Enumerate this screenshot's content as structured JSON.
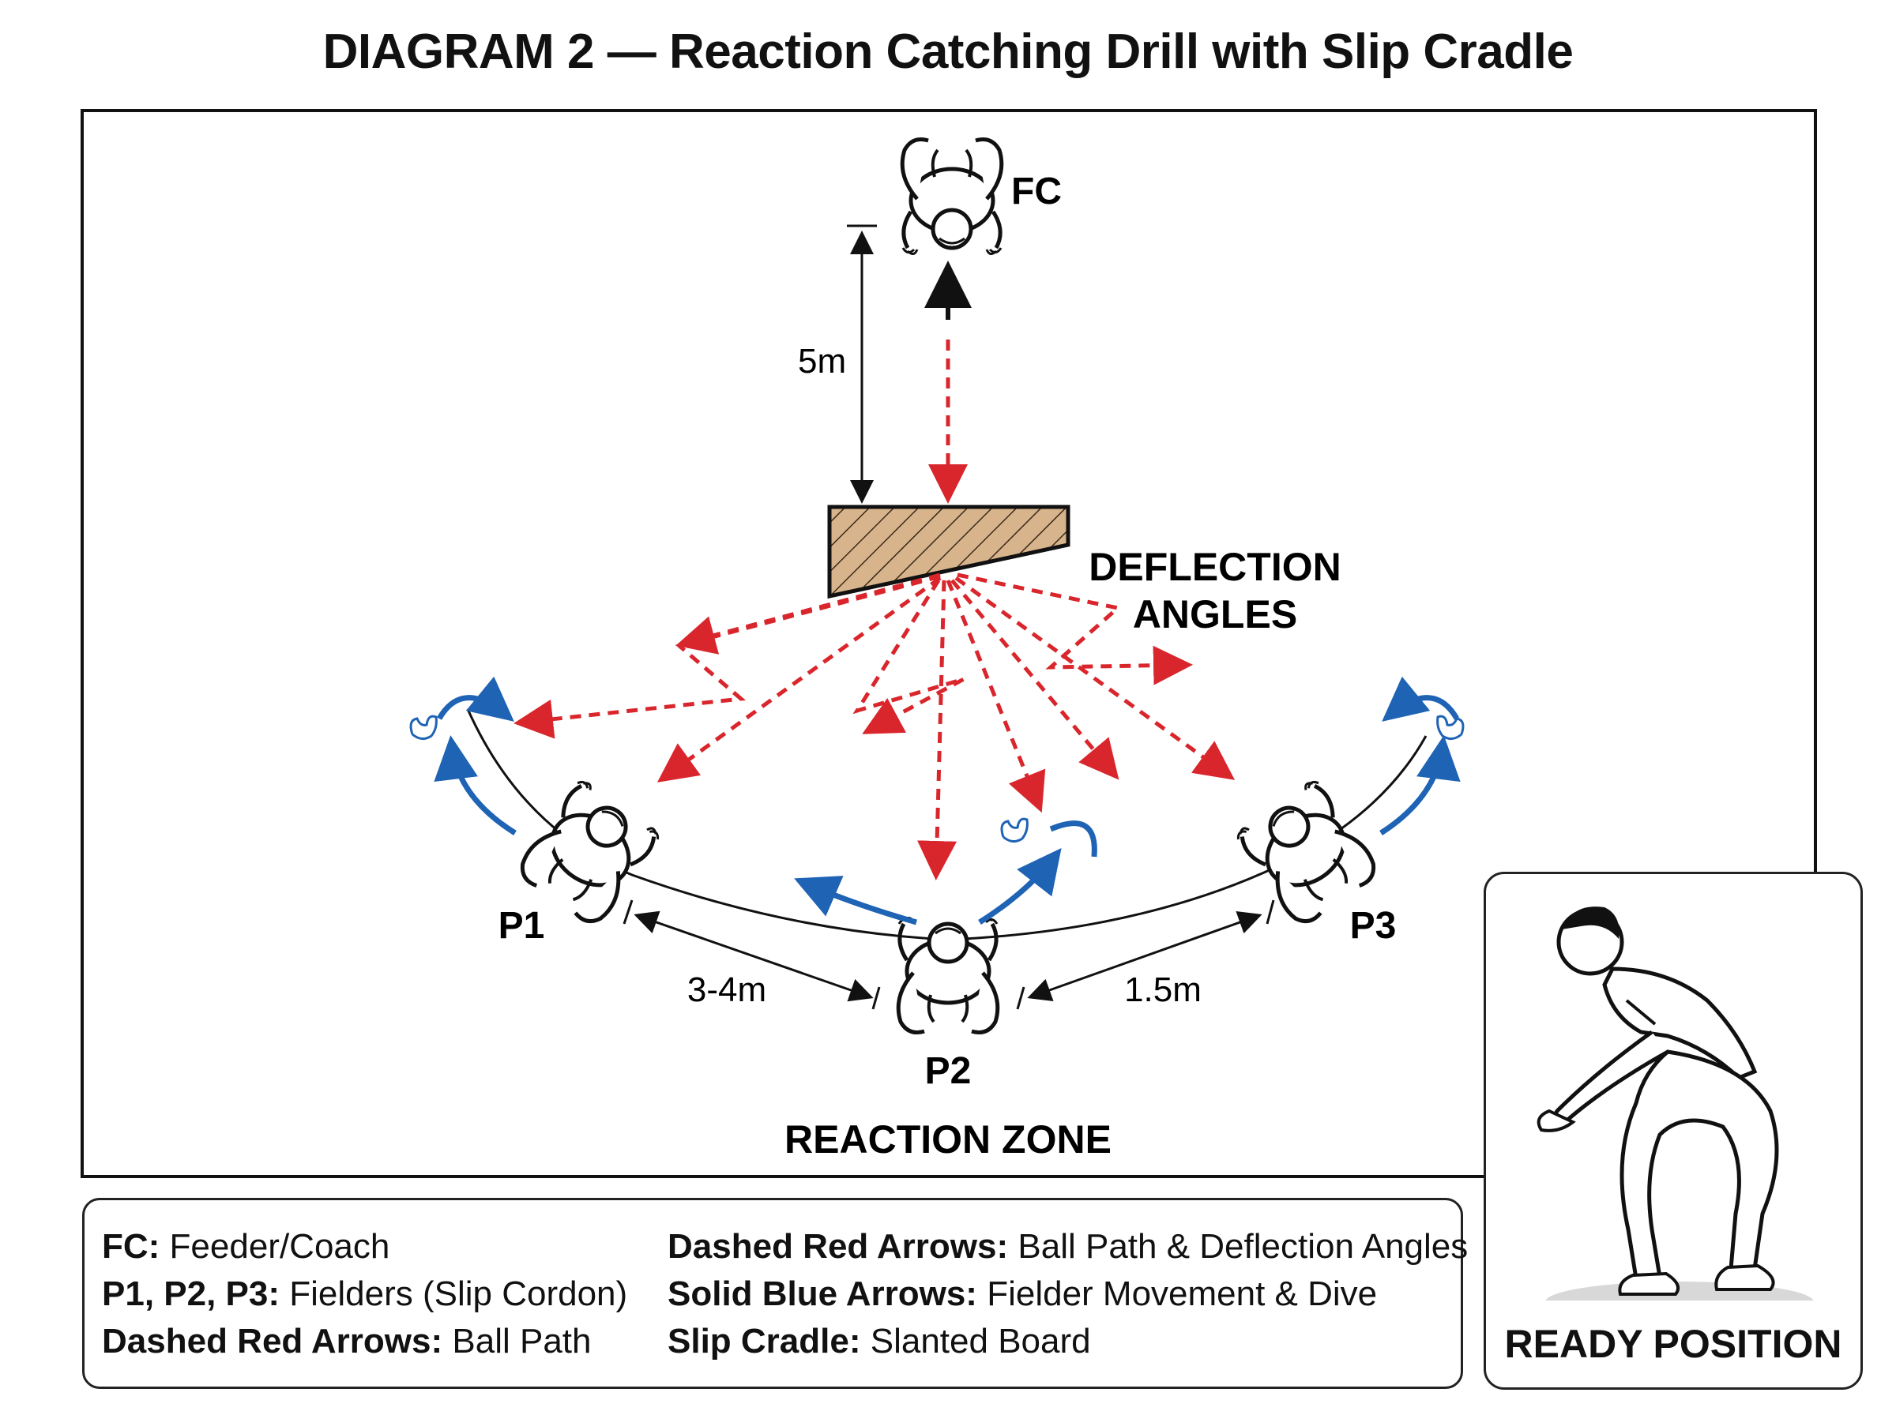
{
  "title": "DIAGRAM 2 — Reaction Catching Drill with Slip Cradle",
  "labels": {
    "fc": "FC",
    "p1": "P1",
    "p2": "P2",
    "p3": "P3",
    "deflection_line1": "DEFLECTION",
    "deflection_line2": "ANGLES",
    "reaction_zone": "REACTION ZONE",
    "ready_position": "READY POSITION"
  },
  "distances": {
    "fc_to_cradle": "5m",
    "p1_to_p2": "3-4m",
    "p2_to_p3": "1.5m"
  },
  "legend": [
    {
      "key": "FC:",
      "value": "Feeder/Coach"
    },
    {
      "key": "P1, P2, P3:",
      "value": "Fielders (Slip Cordon)"
    },
    {
      "key": "Dashed Red Arrows:",
      "value": "Ball Path"
    },
    {
      "key": "Dashed Red Arrows:",
      "value": "Ball Path & Deflection Angles"
    },
    {
      "key": "Solid Blue Arrows:",
      "value": "Fielder Movement & Dive"
    },
    {
      "key": "Slip Cradle:",
      "value": "Slanted Board"
    }
  ],
  "colors": {
    "ball_path": "#d9262c",
    "fielder_movement": "#1f63b5",
    "cradle_fill": "#d8b48c",
    "outline": "#111111"
  },
  "icons": [
    "fielder-top-view-icon",
    "slip-cradle-icon",
    "ready-position-figure-icon"
  ]
}
